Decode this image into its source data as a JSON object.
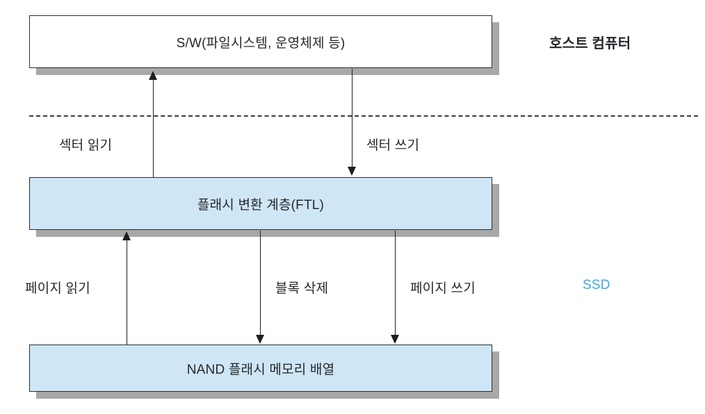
{
  "diagram": {
    "title": "SSD architecture layer diagram",
    "colors": {
      "box_fill_top": "#ffffff",
      "box_fill_flash": "#cfe6f7",
      "box_border": "#2b2b2b",
      "box_shadow": "#a8a8a8",
      "arrow": "#1d1d1d",
      "divider": "#3a3a3a",
      "text": "#23272b",
      "accent_ssd": "#3ba7e8"
    },
    "boxes": {
      "software": {
        "label": "S/W(파일시스템, 운영체제 등)"
      },
      "ftl": {
        "label": "플래시 변환 계층(FTL)"
      },
      "nand": {
        "label": "NAND 플래시 메모리 배열"
      }
    },
    "side_labels": {
      "host": "호스트 컴퓨터",
      "ssd": "SSD"
    },
    "arrow_labels": {
      "sector_read": "섹터 읽기",
      "sector_write": "섹터 쓰기",
      "page_read": "페이지 읽기",
      "block_erase": "블록 삭제",
      "page_write": "페이지 쓰기"
    }
  }
}
